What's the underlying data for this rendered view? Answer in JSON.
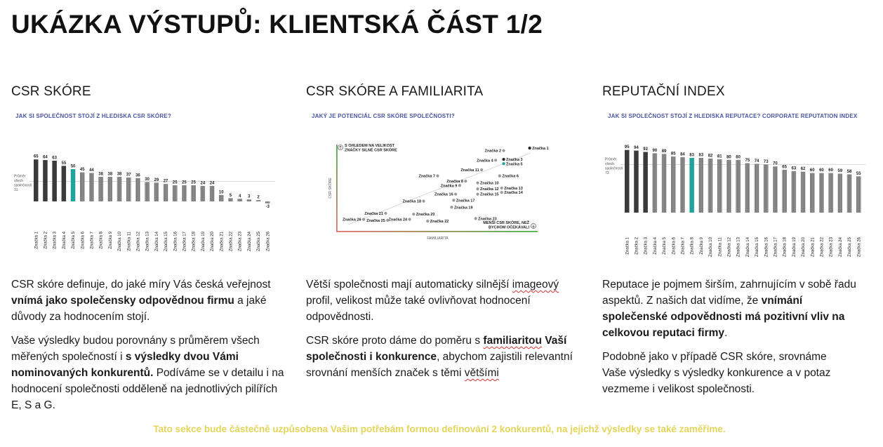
{
  "page": {
    "title": "UKÁZKA VÝSTUPŮ: KLIENTSKÁ ČÁST 1/2",
    "footer": "Tato sekce bude částečně uzpůsobena Vašim potřebám formou definování 2 konkurentů, na jejichž výsledky se také zaměříme."
  },
  "colors": {
    "highlight": "#1fa39a",
    "dark_bar": "#3a3a3a",
    "footer_text": "#e3d45a",
    "question_text": "#4a55a3"
  },
  "sections": [
    {
      "title": "CSR SKÓRE",
      "question": "JAK SI SPOLEČNOST STOJÍ Z HLEDISKA CSR SKÓRE?",
      "p1": {
        "a": "CSR skóre definuje, do jaké míry Vás česká veřejnost ",
        "b": "vnímá jako společensky odpovědnou firmu",
        "c": " a jaké důvody za hodnocením stojí."
      },
      "p2": {
        "a": "Vaše výsledky budou porovnány s průměrem všech měřených společností i ",
        "b": "s výsledky dvou Vámi nominovaných konkurentů.",
        "c": " Podíváme se v detailu i na hodnocení společnosti odděleně na jednotlivých pilířích E, S a G."
      }
    },
    {
      "title": "CSR SKÓRE A FAMILIARITA",
      "question": "JAKÝ JE POTENCIÁL CSR SKÓRE SPOLEČNOSTI?",
      "p1": {
        "a": "Větší společnosti mají automaticky silnější ",
        "spell": "imageový",
        "c": " profil, velikost může také ovlivňovat hodnocení odpovědnosti."
      },
      "p2": {
        "a": "CSR skóre proto dáme do poměru s ",
        "b_spell": "familiaritou",
        "b": " Vaší společnosti i konkurence",
        "c": ", abychom zajistili relevantní srovnání menších značek s těmi ",
        "spell2": "většími"
      }
    },
    {
      "title": "REPUTAČNÍ INDEX",
      "question": "JAK SI SPOLEČNOST STOJÍ Z HLEDISKA REPUTACE? CORPORATE REPUTATION INDEX",
      "p1": {
        "a": "Reputace je pojmem širším, zahrnujícím v sobě řadu aspektů. Z našich dat vidíme, že ",
        "b": "vnímání společenské odpovědnosti má pozitivní vliv na celkovou reputaci firmy",
        "c": "."
      },
      "p2": {
        "a": "Podobně jako v případě CSR skóre, srovnáme Vaše výsledky s výsledky konkurence a v potaz vezmeme i velikost společnosti."
      }
    }
  ],
  "chart_data": [
    {
      "type": "bar",
      "title": "JAK SI SPOLEČNOST STOJÍ Z HLEDISKA CSR SKÓRE?",
      "categories": [
        "Značka 1",
        "Značka 2",
        "Značka 3",
        "Značka 4",
        "Značka 5",
        "Značka 6",
        "Značka 7",
        "Značka 8",
        "Značka 9",
        "Značka 10",
        "Značka 11",
        "Značka 12",
        "Značka 13",
        "Značka 14",
        "Značka 15",
        "Značka 16",
        "Značka 17",
        "Značka 18",
        "Značka 19",
        "Značka 20",
        "Značka 21",
        "Značka 22",
        "Značka 23",
        "Značka 24",
        "Značka 25",
        "Značka 26"
      ],
      "values": [
        65,
        64,
        63,
        55,
        50,
        45,
        44,
        38,
        38,
        38,
        37,
        36,
        30,
        29,
        27,
        25,
        25,
        25,
        24,
        24,
        10,
        5,
        4,
        3,
        2,
        -3
      ],
      "highlight_index": 4,
      "reference_label": "Průměr všech společností",
      "reference_value": 31,
      "ylim": [
        -5,
        70
      ]
    },
    {
      "type": "scatter",
      "title": "JAKÝ JE POTENCIÁL CSR SKÓRE SPOLEČNOSTI?",
      "ylabel": "CSR SKÓRE",
      "xlabel": "FAMILIARITA",
      "top_annotation": "S OHLEDEM NA VELIKOST ZNAČKY SILNÉ CSR SKÓRE",
      "bottom_annotation": "MENŠÍ CSR SKÓRE, NEŽ BYCHOM OČEKÁVALI",
      "xlim": [
        0,
        100
      ],
      "ylim": [
        0,
        100
      ],
      "points": [
        {
          "label": "Značka 1",
          "x": 96,
          "y": 96
        },
        {
          "label": "Značka 2",
          "x": 83,
          "y": 93
        },
        {
          "label": "Značka 3",
          "x": 83,
          "y": 83
        },
        {
          "label": "Značka 4",
          "x": 79,
          "y": 82
        },
        {
          "label": "Značka 5",
          "x": 83,
          "y": 78,
          "highlight": true
        },
        {
          "label": "Značka 6",
          "x": 81,
          "y": 64
        },
        {
          "label": "Značka 7",
          "x": 50,
          "y": 64
        },
        {
          "label": "Značka 8",
          "x": 64,
          "y": 58
        },
        {
          "label": "Značka 9",
          "x": 61,
          "y": 53
        },
        {
          "label": "Značka 10",
          "x": 70,
          "y": 56
        },
        {
          "label": "Značka 11",
          "x": 72,
          "y": 71
        },
        {
          "label": "Značka 12",
          "x": 70,
          "y": 49
        },
        {
          "label": "Značka 13",
          "x": 82,
          "y": 50
        },
        {
          "label": "Značka 14",
          "x": 82,
          "y": 45
        },
        {
          "label": "Značka 15",
          "x": 70,
          "y": 43
        },
        {
          "label": "Značka 16",
          "x": 59,
          "y": 43
        },
        {
          "label": "Značka 17",
          "x": 58,
          "y": 36
        },
        {
          "label": "Značka 18",
          "x": 43,
          "y": 35
        },
        {
          "label": "Značka 19",
          "x": 57,
          "y": 28
        },
        {
          "label": "Značka 20",
          "x": 38,
          "y": 20
        },
        {
          "label": "Značka 21",
          "x": 24,
          "y": 21
        },
        {
          "label": "Značka 22",
          "x": 45,
          "y": 12
        },
        {
          "label": "Značka 23",
          "x": 69,
          "y": 15
        },
        {
          "label": "Značka 24",
          "x": 36,
          "y": 14
        },
        {
          "label": "Značka 25",
          "x": 25,
          "y": 13
        },
        {
          "label": "Značka 26",
          "x": 13,
          "y": 14
        }
      ]
    },
    {
      "type": "bar",
      "title": "JAK SI SPOLEČNOST STOJÍ Z HLEDISKA REPUTACE? CORPORATE REPUTATION INDEX",
      "categories": [
        "Značka 1",
        "Značka 2",
        "Značka 3",
        "Značka 4",
        "Značka 5",
        "Značka 6",
        "Značka 7",
        "Značka 8",
        "Značka 9",
        "Značka 10",
        "Značka 11",
        "Značka 12",
        "Značka 13",
        "Značka 14",
        "Značka 15",
        "Značka 16",
        "Značka 17",
        "Značka 18",
        "Značka 19",
        "Značka 20",
        "Značka 21",
        "Značka 22",
        "Značka 23",
        "Značka 24",
        "Značka 25",
        "Značka 26"
      ],
      "values": [
        95,
        94,
        92,
        90,
        89,
        85,
        84,
        83,
        83,
        82,
        81,
        80,
        80,
        75,
        74,
        73,
        70,
        65,
        63,
        62,
        60,
        60,
        60,
        59,
        58,
        55
      ],
      "highlight_index": 7,
      "reference_label": "Průměr všech společností",
      "reference_value": 73,
      "ylim": [
        0,
        100
      ]
    }
  ]
}
